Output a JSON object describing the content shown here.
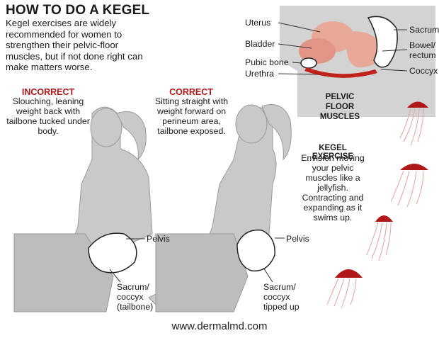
{
  "title": "HOW TO DO A KEGEL",
  "intro": "Kegel exercises are widely recommended for women to strengthen their pelvic-floor muscles, but if not done right can make matters worse.",
  "incorrect": {
    "heading": "INCORRECT",
    "description": "Slouching, leaning weight back with tailbone tucked under body.",
    "pelvis_label": "Pelvis",
    "sacrum_label": "Sacrum/ coccyx (tailbone)"
  },
  "correct": {
    "heading": "CORRECT",
    "description": "Sitting straight with weight forward on perineum area, tailbone exposed.",
    "pelvis_label": "Pelvis",
    "sacrum_label": "Sacrum/ coccyx tipped up"
  },
  "anatomy": {
    "uterus": "Uterus",
    "bladder": "Bladder",
    "pubic_bone": "Pubic bone",
    "urethra": "Urethra",
    "sacrum": "Sacrum",
    "bowel": "Bowel/ rectum",
    "coccyx": "Coccyx",
    "caption": "PELVIC FLOOR MUSCLES"
  },
  "kegel": {
    "heading": "KEGEL EXERCISE",
    "description": "Envision moving your pelvic muscles like a jellyfish. Contracting and expanding as it swims up."
  },
  "footer": "www.dermalmd.com",
  "colors": {
    "accent_red": "#b01818",
    "figure_gray": "#c9c9c9",
    "panel_gray": "#d3d3d3",
    "tissue_pink": "#e8a898"
  }
}
